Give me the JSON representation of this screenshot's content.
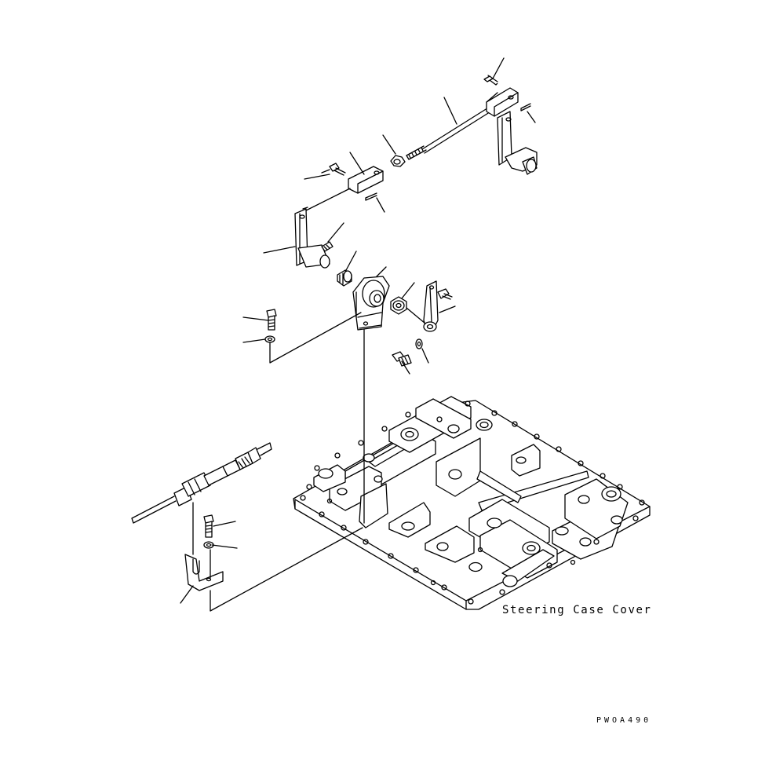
{
  "diagram": {
    "caption": "Steering Case Cover",
    "drawing_code": "PWOA490",
    "parts": [
      {
        "id": "bolt-upper-right",
        "icon": "bolt-icon"
      },
      {
        "id": "steering-rod",
        "icon": "threaded-rod-icon"
      },
      {
        "id": "rod-end-right",
        "icon": "clevis-icon"
      },
      {
        "id": "cotter-pin-right",
        "icon": "pin-icon"
      },
      {
        "id": "lever-right",
        "icon": "lever-icon"
      },
      {
        "id": "lock-nut",
        "icon": "nut-icon"
      },
      {
        "id": "rod-end-left",
        "icon": "clevis-icon"
      },
      {
        "id": "bolt-rod-end",
        "icon": "bolt-icon"
      },
      {
        "id": "cotter-pin-left",
        "icon": "pin-icon"
      },
      {
        "id": "lever-left",
        "icon": "lever-icon"
      },
      {
        "id": "spring-pin",
        "icon": "pin-icon"
      },
      {
        "id": "bushing-left",
        "icon": "bushing-icon"
      },
      {
        "id": "bracket-pivot",
        "icon": "bracket-icon"
      },
      {
        "id": "bushing-right",
        "icon": "bushing-icon"
      },
      {
        "id": "lever-arm",
        "icon": "lever-icon"
      },
      {
        "id": "bolt-bracket",
        "icon": "bolt-icon"
      },
      {
        "id": "washer-bracket",
        "icon": "washer-icon"
      },
      {
        "id": "bolt-arm",
        "icon": "bolt-icon"
      },
      {
        "id": "washer-arm",
        "icon": "washer-icon"
      },
      {
        "id": "control-cable",
        "icon": "cable-icon"
      },
      {
        "id": "bolt-cable-bracket",
        "icon": "bolt-icon"
      },
      {
        "id": "washer-cable-bracket",
        "icon": "washer-icon"
      },
      {
        "id": "cable-bracket",
        "icon": "bracket-icon"
      },
      {
        "id": "steering-case-cover",
        "icon": "cover-plate-icon"
      }
    ]
  }
}
